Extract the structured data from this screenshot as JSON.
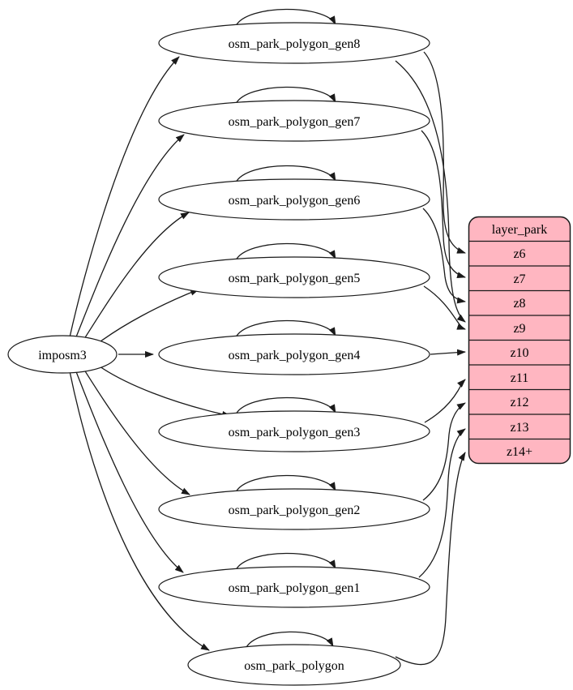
{
  "colors": {
    "table_fill": "#ffb6c1",
    "node_fill": "#ffffff",
    "edge": "#1a1a1a"
  },
  "source": {
    "label": "imposm3"
  },
  "tables": [
    {
      "label": "osm_park_polygon_gen8",
      "feeds_zoom": "z6",
      "has_self_loop": true
    },
    {
      "label": "osm_park_polygon_gen7",
      "feeds_zoom": "z7",
      "has_self_loop": true
    },
    {
      "label": "osm_park_polygon_gen6",
      "feeds_zoom": "z8",
      "has_self_loop": true
    },
    {
      "label": "osm_park_polygon_gen5",
      "feeds_zoom": "z9",
      "has_self_loop": true
    },
    {
      "label": "osm_park_polygon_gen4",
      "feeds_zoom": "z10",
      "has_self_loop": true
    },
    {
      "label": "osm_park_polygon_gen3",
      "feeds_zoom": "z11",
      "has_self_loop": true
    },
    {
      "label": "osm_park_polygon_gen2",
      "feeds_zoom": "z12",
      "has_self_loop": true
    },
    {
      "label": "osm_park_polygon_gen1",
      "feeds_zoom": "z13",
      "has_self_loop": true
    },
    {
      "label": "osm_park_polygon",
      "feeds_zoom": "z14+",
      "has_self_loop": true
    }
  ],
  "layer_table": {
    "header": "layer_park",
    "rows": [
      "z6",
      "z7",
      "z8",
      "z9",
      "z10",
      "z11",
      "z12",
      "z13",
      "z14+"
    ]
  }
}
